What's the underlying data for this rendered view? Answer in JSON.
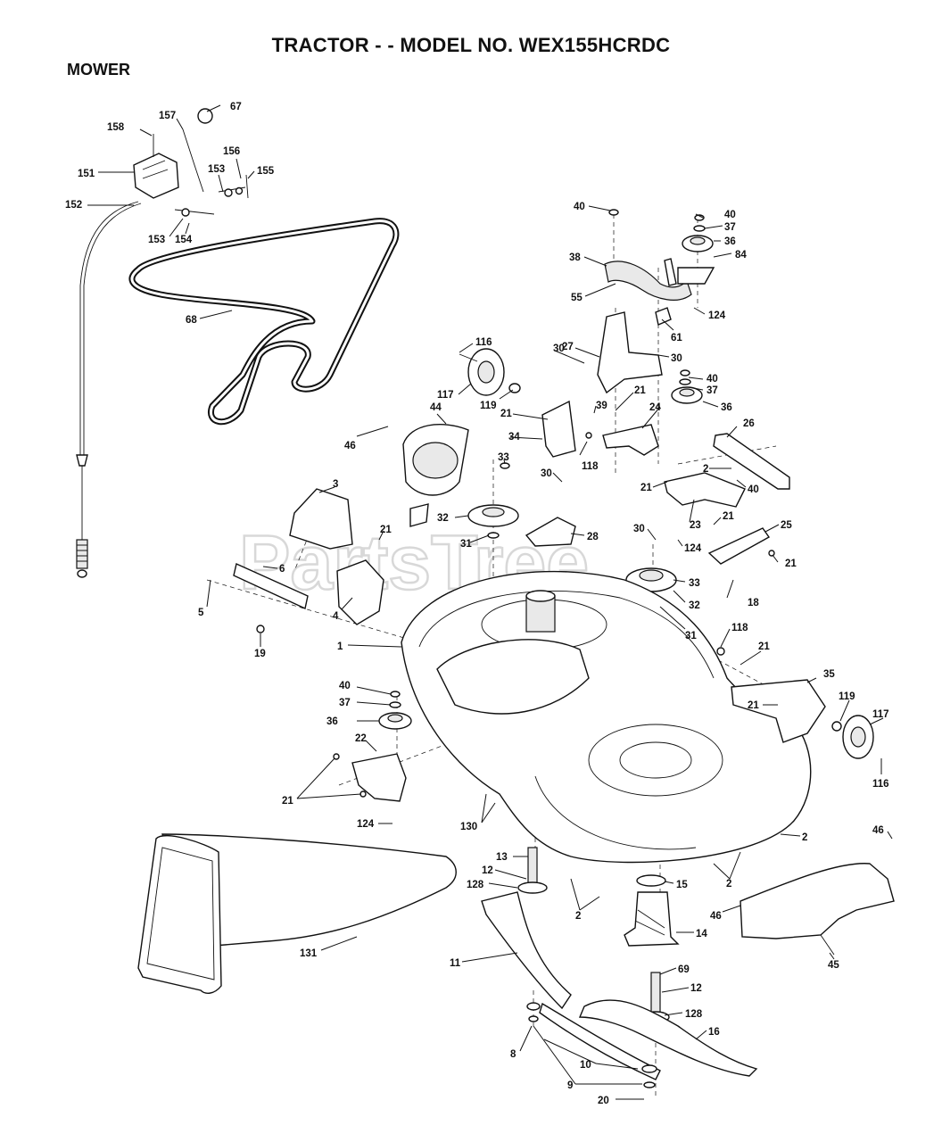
{
  "header": {
    "title": "TRACTOR - - MODEL NO. WEX155HCRDC",
    "section": "MOWER"
  },
  "watermark": "PartsTree",
  "callouts": [
    {
      "id": "c67",
      "text": "67"
    },
    {
      "id": "c157",
      "text": "157"
    },
    {
      "id": "c158",
      "text": "158"
    },
    {
      "id": "c156",
      "text": "156"
    },
    {
      "id": "c155",
      "text": "155"
    },
    {
      "id": "c153a",
      "text": "153"
    },
    {
      "id": "c151",
      "text": "151"
    },
    {
      "id": "c152",
      "text": "152"
    },
    {
      "id": "c153b",
      "text": "153"
    },
    {
      "id": "c154",
      "text": "154"
    },
    {
      "id": "c68",
      "text": "68"
    },
    {
      "id": "c40a",
      "text": "40"
    },
    {
      "id": "c37a",
      "text": "37"
    },
    {
      "id": "c36a",
      "text": "36"
    },
    {
      "id": "c84",
      "text": "84"
    },
    {
      "id": "c40b",
      "text": "40"
    },
    {
      "id": "c38",
      "text": "38"
    },
    {
      "id": "c55",
      "text": "55"
    },
    {
      "id": "c124a",
      "text": "124"
    },
    {
      "id": "c61",
      "text": "61"
    },
    {
      "id": "c116a",
      "text": "116"
    },
    {
      "id": "c30a",
      "text": "30"
    },
    {
      "id": "c27",
      "text": "27"
    },
    {
      "id": "c30b",
      "text": "30"
    },
    {
      "id": "c40c",
      "text": "40"
    },
    {
      "id": "c37b",
      "text": "37"
    },
    {
      "id": "c117a",
      "text": "117"
    },
    {
      "id": "c119a",
      "text": "119"
    },
    {
      "id": "c21a",
      "text": "21"
    },
    {
      "id": "c39",
      "text": "39"
    },
    {
      "id": "c36b",
      "text": "36"
    },
    {
      "id": "c21b",
      "text": "21"
    },
    {
      "id": "c24",
      "text": "24"
    },
    {
      "id": "c46a",
      "text": "46"
    },
    {
      "id": "c44",
      "text": "44"
    },
    {
      "id": "c34",
      "text": "34"
    },
    {
      "id": "c118a",
      "text": "118"
    },
    {
      "id": "c26",
      "text": "26"
    },
    {
      "id": "c33a",
      "text": "33"
    },
    {
      "id": "c2a",
      "text": "2"
    },
    {
      "id": "c3",
      "text": "3"
    },
    {
      "id": "c30c",
      "text": "30"
    },
    {
      "id": "c21c",
      "text": "21"
    },
    {
      "id": "c40d",
      "text": "40"
    },
    {
      "id": "c32a",
      "text": "32"
    },
    {
      "id": "c23",
      "text": "23"
    },
    {
      "id": "c21d",
      "text": "21"
    },
    {
      "id": "c25",
      "text": "25"
    },
    {
      "id": "c21e",
      "text": "21"
    },
    {
      "id": "c31a",
      "text": "31"
    },
    {
      "id": "c28",
      "text": "28"
    },
    {
      "id": "c30d",
      "text": "30"
    },
    {
      "id": "c124b",
      "text": "124"
    },
    {
      "id": "c21f",
      "text": "21"
    },
    {
      "id": "c6",
      "text": "6"
    },
    {
      "id": "c33b",
      "text": "33"
    },
    {
      "id": "c5",
      "text": "5"
    },
    {
      "id": "c4",
      "text": "4"
    },
    {
      "id": "c32b",
      "text": "32"
    },
    {
      "id": "c18",
      "text": "18"
    },
    {
      "id": "c19",
      "text": "19"
    },
    {
      "id": "c31b",
      "text": "31"
    },
    {
      "id": "c118b",
      "text": "118"
    },
    {
      "id": "c1",
      "text": "1"
    },
    {
      "id": "c21g",
      "text": "21"
    },
    {
      "id": "c35",
      "text": "35"
    },
    {
      "id": "c40e",
      "text": "40"
    },
    {
      "id": "c37c",
      "text": "37"
    },
    {
      "id": "c36c",
      "text": "36"
    },
    {
      "id": "c119b",
      "text": "119"
    },
    {
      "id": "c21h",
      "text": "21"
    },
    {
      "id": "c117b",
      "text": "117"
    },
    {
      "id": "c22",
      "text": "22"
    },
    {
      "id": "c116b",
      "text": "116"
    },
    {
      "id": "c21i",
      "text": "21"
    },
    {
      "id": "c124c",
      "text": "124"
    },
    {
      "id": "c130",
      "text": "130"
    },
    {
      "id": "c2b",
      "text": "2"
    },
    {
      "id": "c46b",
      "text": "46"
    },
    {
      "id": "c13",
      "text": "13"
    },
    {
      "id": "c12a",
      "text": "12"
    },
    {
      "id": "c128a",
      "text": "128"
    },
    {
      "id": "c15",
      "text": "15"
    },
    {
      "id": "c2c",
      "text": "2"
    },
    {
      "id": "c2d",
      "text": "2"
    },
    {
      "id": "c46c",
      "text": "46"
    },
    {
      "id": "c131",
      "text": "131"
    },
    {
      "id": "c14",
      "text": "14"
    },
    {
      "id": "c45",
      "text": "45"
    },
    {
      "id": "c11",
      "text": "11"
    },
    {
      "id": "c69",
      "text": "69"
    },
    {
      "id": "c12b",
      "text": "12"
    },
    {
      "id": "c128b",
      "text": "128"
    },
    {
      "id": "c16",
      "text": "16"
    },
    {
      "id": "c8",
      "text": "8"
    },
    {
      "id": "c10",
      "text": "10"
    },
    {
      "id": "c9",
      "text": "9"
    },
    {
      "id": "c20",
      "text": "20"
    }
  ]
}
